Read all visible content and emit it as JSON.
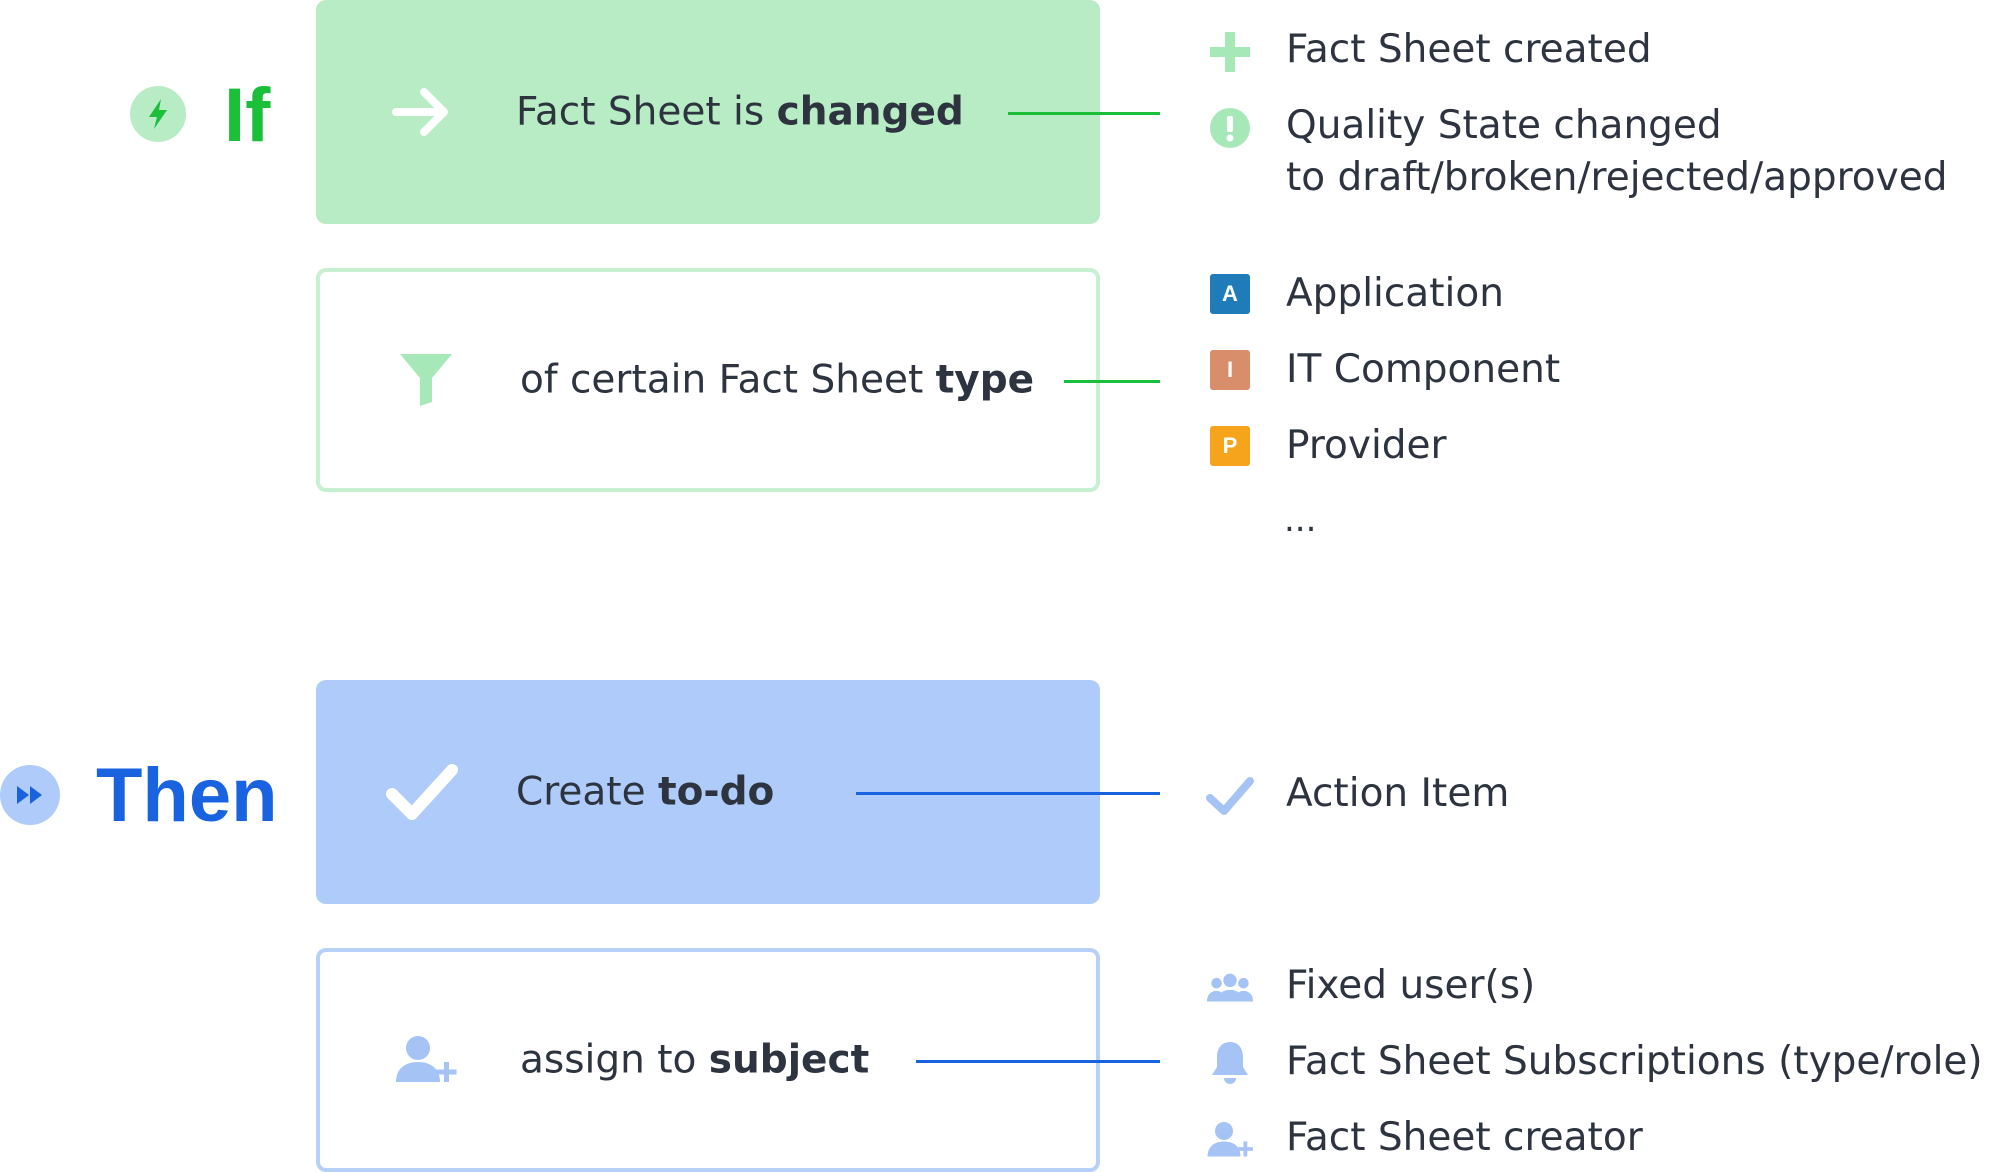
{
  "colors": {
    "green_accent": "#1bbf3a",
    "green_fill": "#b7ecc4",
    "green_border": "#c7f0d1",
    "green_icon": "#a7e8b8",
    "blue_accent": "#1a63e0",
    "blue_fill": "#aecbf9",
    "blue_border": "#b7d0f8",
    "blue_icon": "#a6c3f5",
    "application": "#1f7cb8",
    "it_component": "#d88d6b",
    "provider": "#f7a41d"
  },
  "if_section": {
    "label": "If",
    "trigger_card": {
      "text": "Fact Sheet is ",
      "bold": "changed",
      "icon": "arrow-right-icon"
    },
    "trigger_options": [
      {
        "icon": "plus-icon",
        "text": "Fact Sheet created"
      },
      {
        "icon": "exclamation-circle-icon",
        "text": "Quality State changed",
        "text2": "to draft/broken/rejected/approved"
      }
    ],
    "filter_card": {
      "text": "of certain Fact Sheet ",
      "bold": "type",
      "icon": "filter-icon"
    },
    "filter_options": [
      {
        "badge": "A",
        "text": "Application"
      },
      {
        "badge": "I",
        "text": "IT Component"
      },
      {
        "badge": "P",
        "text": "Provider"
      }
    ],
    "more": "..."
  },
  "then_section": {
    "label": "Then",
    "action_card": {
      "text": "Create ",
      "bold": "to-do",
      "icon": "checkmark-icon"
    },
    "action_options": [
      {
        "icon": "checkmark-icon",
        "text": "Action Item"
      }
    ],
    "assign_card": {
      "text": "assign to ",
      "bold": "subject",
      "icon": "add-user-icon"
    },
    "assign_options": [
      {
        "icon": "users-icon",
        "text": "Fixed user(s)"
      },
      {
        "icon": "bell-icon",
        "text": "Fact Sheet Subscriptions (type/role)"
      },
      {
        "icon": "add-user-icon",
        "text": "Fact Sheet creator"
      }
    ]
  }
}
